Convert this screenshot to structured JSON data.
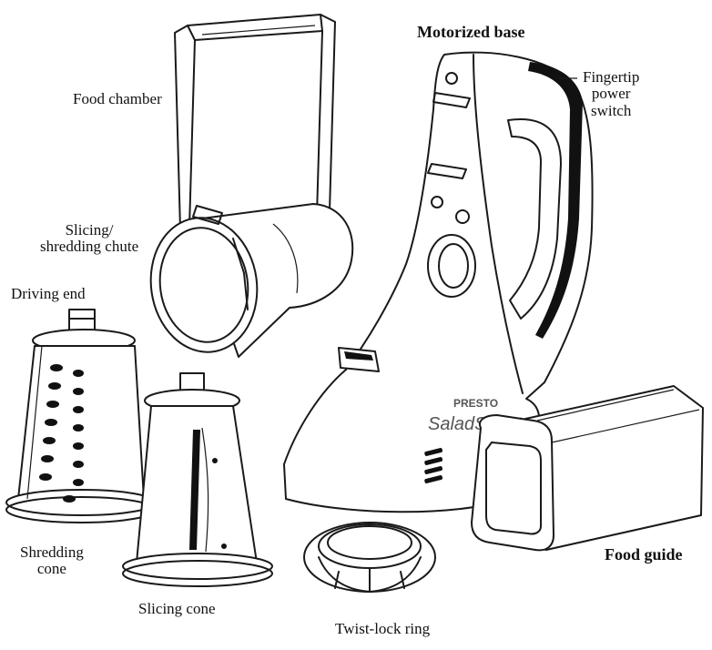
{
  "labels": {
    "motorized_base": "Motorized base",
    "food_chamber": "Food chamber",
    "fingertip_switch": [
      "Fingertip",
      "power",
      "switch"
    ],
    "chute": [
      "Slicing/",
      "shredding chute"
    ],
    "driving_end": "Driving end",
    "shredding_cone": [
      "Shredding",
      "cone"
    ],
    "slicing_cone": "Slicing cone",
    "twist_lock_ring": "Twist-lock ring",
    "food_guide": "Food guide"
  },
  "brand": {
    "maker": "PRESTO",
    "product": "SaladShooter"
  }
}
